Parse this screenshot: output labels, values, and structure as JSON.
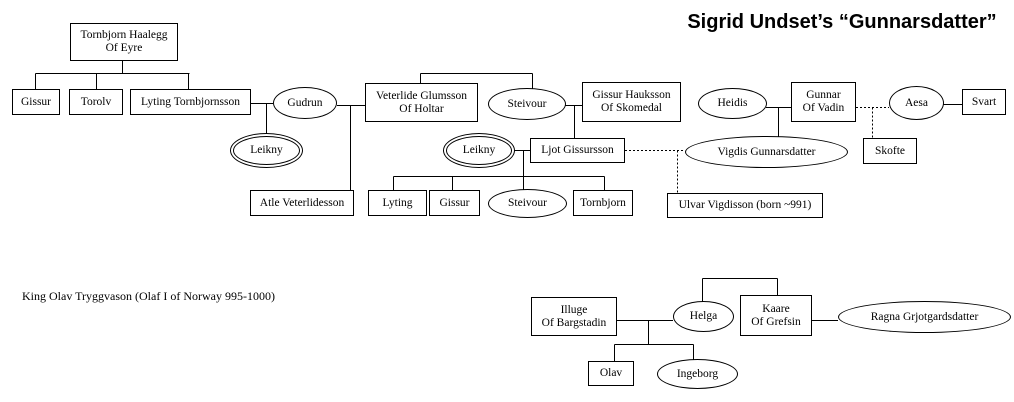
{
  "title": "Sigrid Undset’s “Gunnarsdatter”",
  "note_king": "King Olav Tryggvason (Olaf I of Norway 995-1000)",
  "nodes": {
    "tornbjorn_haalegg": {
      "label": "Tornbjorn Haalegg\nOf Eyre"
    },
    "gissur_tornbjornsson": {
      "label": "Gissur"
    },
    "torolv": {
      "label": "Torolv"
    },
    "lyting_tornbjornsson": {
      "label": "Lyting Tornbjornsson"
    },
    "gudrun": {
      "label": "Gudrun"
    },
    "leikny_1": {
      "label": "Leikny"
    },
    "atle_veterlidesson": {
      "label": "Atle Veterlidesson"
    },
    "veterlide_glumsson": {
      "label": "Veterlide Glumsson\nOf Holtar"
    },
    "steivour_1": {
      "label": "Steivour"
    },
    "gissur_hauksson": {
      "label": "Gissur Hauksson\nOf Skomedal"
    },
    "leikny_2": {
      "label": "Leikny"
    },
    "ljot_gissursson": {
      "label": "Ljot Gissursson"
    },
    "lyting_ljotsson": {
      "label": "Lyting"
    },
    "gissur_ljotsson": {
      "label": "Gissur"
    },
    "steivour_2": {
      "label": "Steivour"
    },
    "tornbjorn_ljotsson": {
      "label": "Tornbjorn"
    },
    "heidis": {
      "label": "Heidis"
    },
    "gunnar_of_vadin": {
      "label": "Gunnar\nOf Vadin"
    },
    "vigdis_gunnarsdatter": {
      "label": "Vigdis Gunnarsdatter"
    },
    "ulvar_vigdisson": {
      "label": "Ulvar Vigdisson (born ~991)"
    },
    "aesa": {
      "label": "Aesa"
    },
    "svart": {
      "label": "Svart"
    },
    "skofte": {
      "label": "Skofte"
    },
    "illuge": {
      "label": "Illuge\nOf Bargstadin"
    },
    "helga": {
      "label": "Helga"
    },
    "kaare": {
      "label": "Kaare\nOf Grefsin"
    },
    "ragna_grjotgardsdatter": {
      "label": "Ragna Grjotgardsdatter"
    },
    "olav": {
      "label": "Olav"
    },
    "ingeborg": {
      "label": "Ingeborg"
    }
  },
  "colors": {
    "line": "#000000",
    "background": "#ffffff"
  }
}
